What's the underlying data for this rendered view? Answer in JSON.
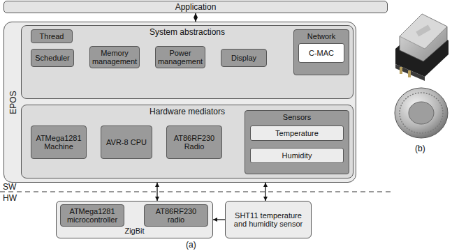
{
  "diagram": {
    "nodes": [
      {
        "text": [
          "Application"
        ]
      },
      {
        "text": [
          "EPOS"
        ]
      },
      {
        "text": [
          "System abstractions"
        ],
        "in": 1
      },
      {
        "text": [
          "Thread"
        ],
        "in": 2
      },
      {
        "text": [
          "Scheduler"
        ],
        "in": 2
      },
      {
        "text": [
          "Memory management"
        ],
        "in": 2
      },
      {
        "text": [
          "Power management"
        ],
        "in": 2
      },
      {
        "text": [
          "Display"
        ],
        "in": 2
      },
      {
        "text": [
          "Network"
        ],
        "in": 2
      },
      {
        "text": [
          "C-MAC"
        ],
        "in": 8
      },
      {
        "text": [
          "Hardware mediators"
        ],
        "in": 1
      },
      {
        "text": [
          "ATMega1281 Machine"
        ],
        "in": 10
      },
      {
        "text": [
          "AVR-8 CPU"
        ],
        "in": 10
      },
      {
        "text": [
          "AT86RF230 Radio"
        ],
        "in": 10
      },
      {
        "text": [
          "Sensors"
        ],
        "in": 10
      },
      {
        "text": [
          "Temperature"
        ],
        "in": 14
      },
      {
        "text": [
          "Humidity"
        ],
        "in": 14
      },
      {
        "text": [
          "ZigBit"
        ]
      },
      {
        "text": [
          "ATMega1281 microcontroller"
        ],
        "in": 17
      },
      {
        "text": [
          "AT86RF230 radio"
        ],
        "in": 17
      },
      {
        "text": [
          "SHT11 temperature and humidity sensor"
        ]
      }
    ],
    "edges": [
      {
        "from": 0,
        "to": 1,
        "arrow": "both"
      },
      {
        "from": 1,
        "to": 17,
        "arrow": "both"
      },
      {
        "from": 1,
        "to": 20,
        "arrow": "both"
      },
      {
        "from": 18,
        "to": 19,
        "arrow": "both"
      },
      {
        "from": 20,
        "to": 17,
        "arrow": "to"
      }
    ],
    "labels": [
      "SW",
      "HW",
      "(a)",
      "(b)"
    ]
  }
}
